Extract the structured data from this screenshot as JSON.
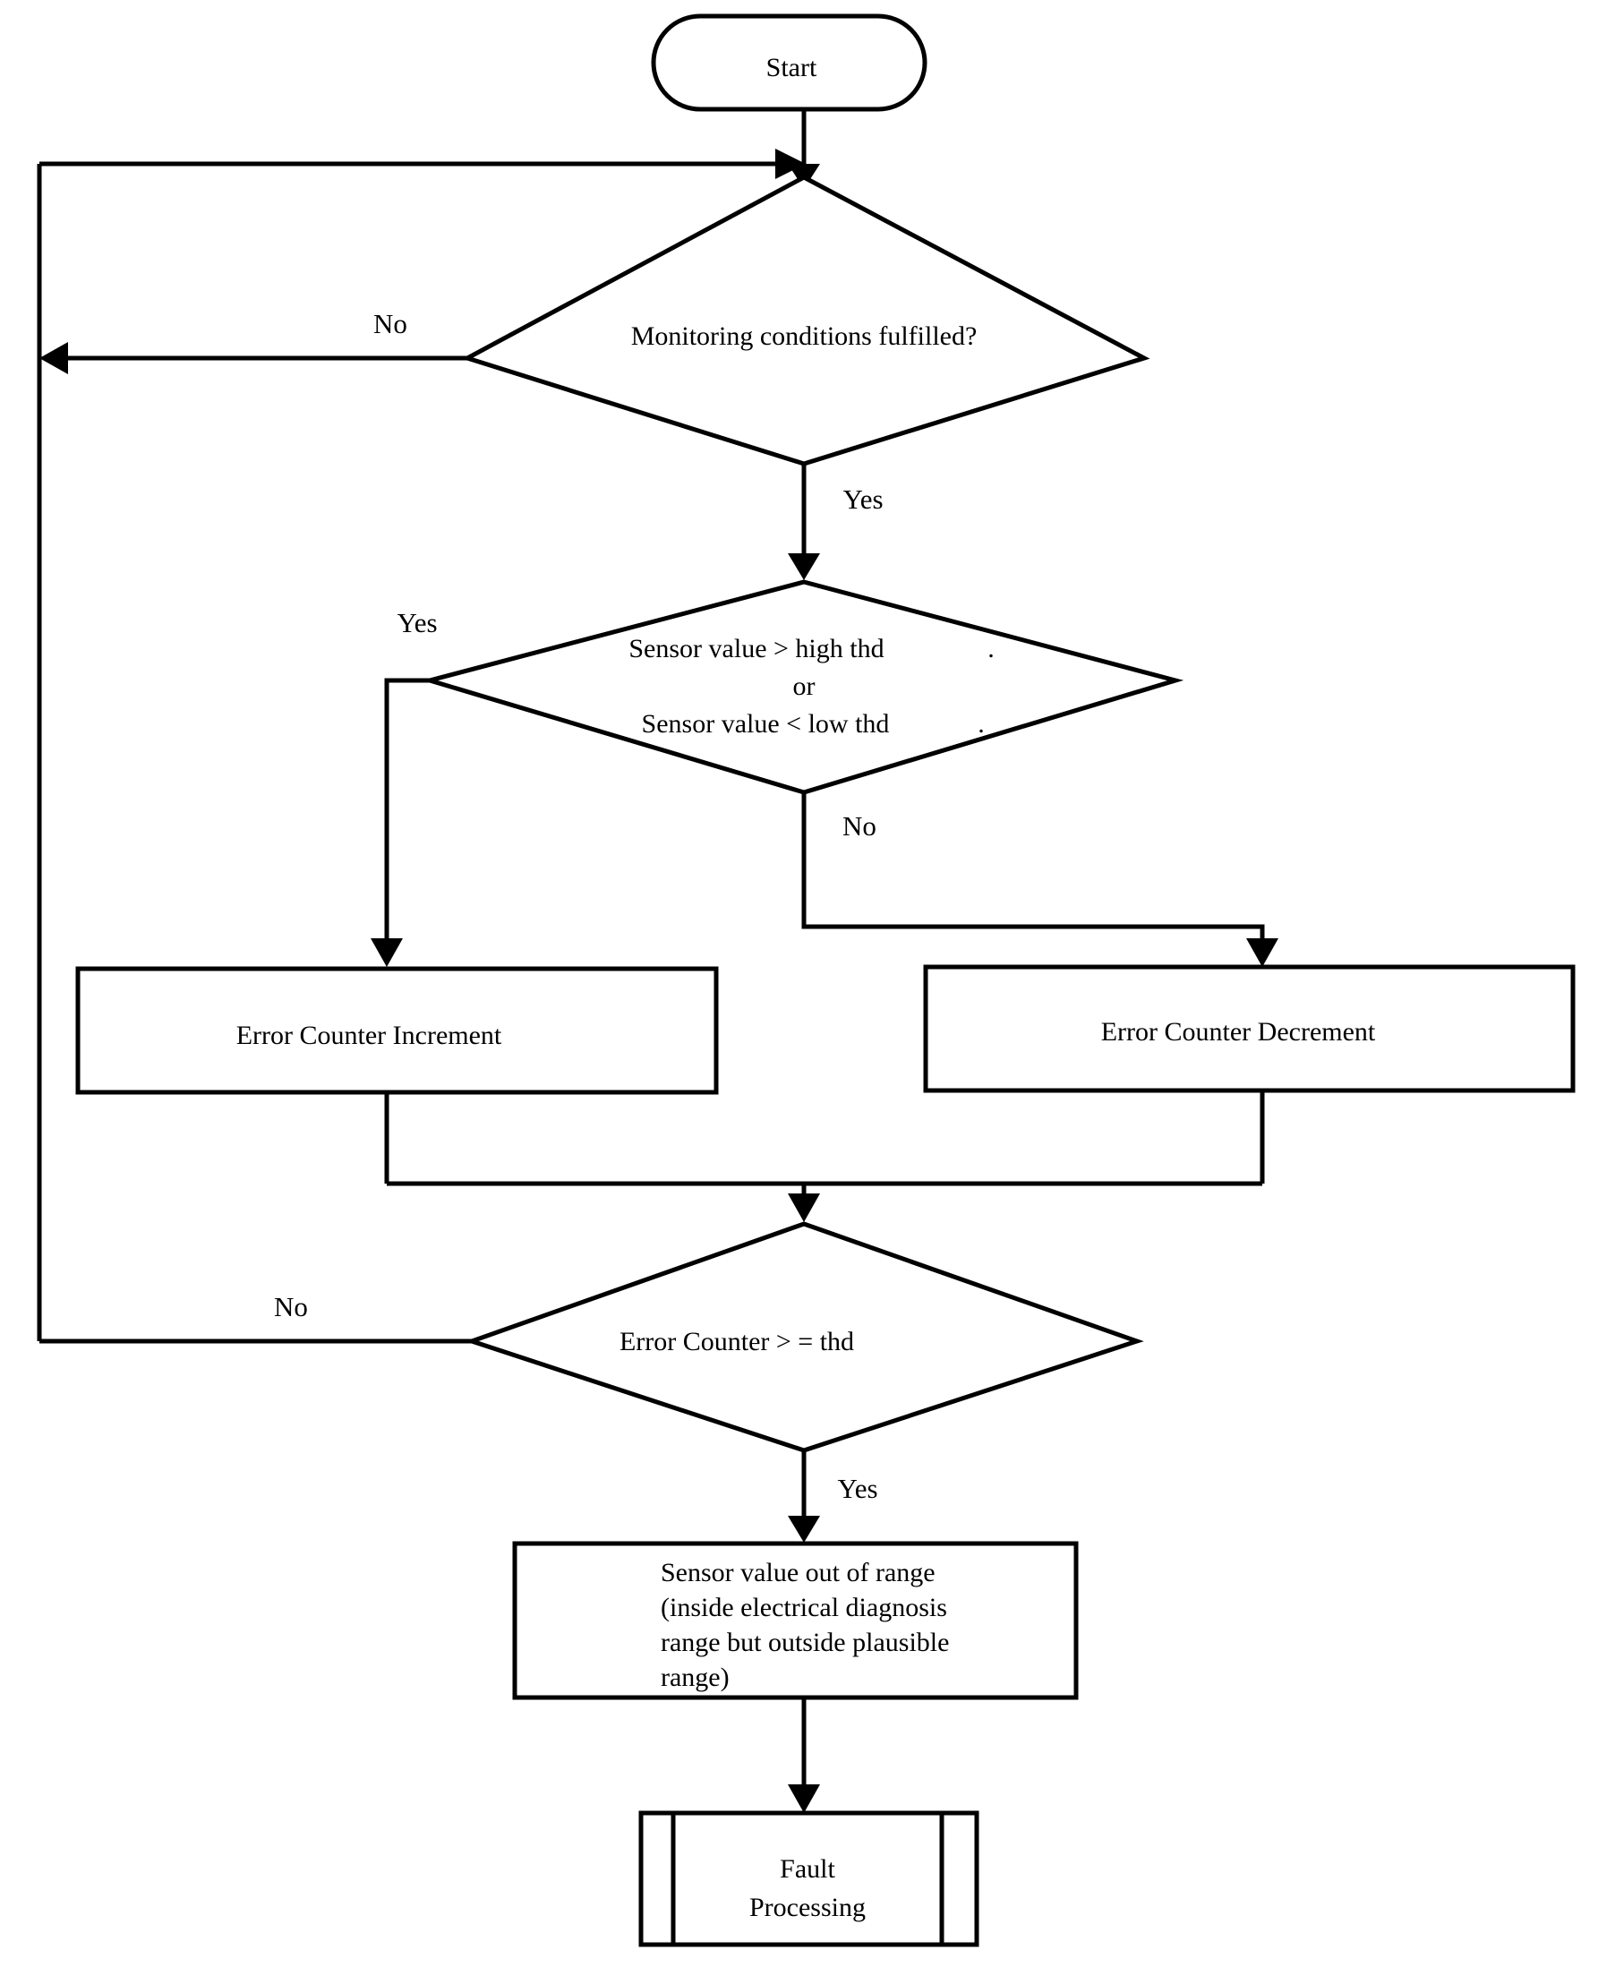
{
  "diagram": {
    "title": "Sensor plausibility monitoring flowchart",
    "background_color": "#ffffff",
    "line_color": "#000000",
    "text_color": "#000000"
  },
  "nodes": {
    "start": {
      "shape": "stadium",
      "label": "Start"
    },
    "decision_monitoring": {
      "shape": "diamond",
      "label": "Monitoring  conditions fulfilled?"
    },
    "decision_threshold": {
      "shape": "diamond",
      "line1": "Sensor value > high thd",
      "line2": "or",
      "line3": "Sensor    value < low thd",
      "mark1": ".",
      "mark2": "."
    },
    "counter_increment": {
      "shape": "process",
      "label": "Error Counter Increment"
    },
    "counter_decrement": {
      "shape": "process",
      "label": "Error Counter Decrement"
    },
    "decision_counter": {
      "shape": "diamond",
      "label": "Error Counter > = thd"
    },
    "out_of_range": {
      "shape": "process",
      "line1": "Sensor value out of range",
      "line2": "(inside electrical diagnosis",
      "line3": "range but outside plausible",
      "line4": "range)"
    },
    "fault_processing": {
      "shape": "predefined-process",
      "line1": "Fault",
      "line2": "Processing"
    }
  },
  "edge_labels": {
    "monitoring_no": "No",
    "monitoring_yes": "Yes",
    "threshold_yes": "Yes",
    "threshold_no": "No",
    "counter_no": "No",
    "counter_yes": "Yes"
  }
}
